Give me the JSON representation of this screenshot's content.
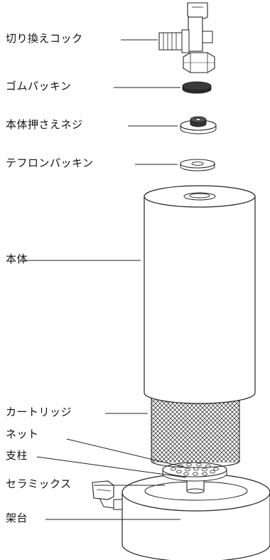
{
  "labels": {
    "valve": "切り換えコック",
    "rubber_packing": "ゴムパッキン",
    "body_screw": "本体押さえネジ",
    "teflon_packing": "テフロンパッキン",
    "body": "本体",
    "cartridge": "カートリッジ",
    "net": "ネット",
    "support": "支柱",
    "ceramics": "セラミックス",
    "stand": "架台"
  },
  "colors": {
    "stroke": "#222222",
    "fill": "#ffffff",
    "dark_part": "#333333",
    "mesh": "#444444"
  }
}
